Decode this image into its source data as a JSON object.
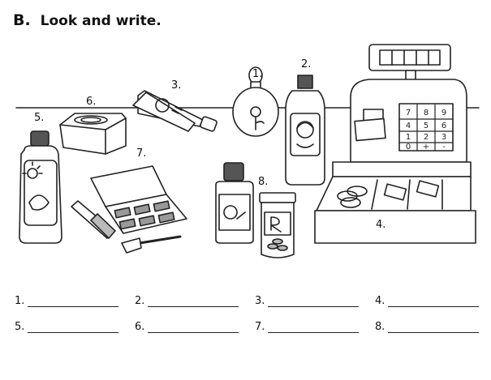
{
  "heading": {
    "letter": "B.",
    "text": "Look and write."
  },
  "item_numbers": [
    "1.",
    "2.",
    "3.",
    "4.",
    "5.",
    "6.",
    "7.",
    "8."
  ],
  "register_keys": [
    "7",
    "8",
    "9",
    "4",
    "5",
    "6",
    "1",
    "2",
    "3",
    "0",
    "+",
    "-"
  ],
  "answers": [
    {
      "label": "1."
    },
    {
      "label": "2."
    },
    {
      "label": "3."
    },
    {
      "label": "4."
    },
    {
      "label": "5."
    },
    {
      "label": "6."
    },
    {
      "label": "7."
    },
    {
      "label": "8."
    }
  ],
  "icons": [
    "perfume-bottle-icon",
    "shampoo-bottle-icon",
    "toothpaste-tube-icon",
    "cash-register-icon",
    "sunscreen-bottle-icon",
    "soap-bar-icon",
    "makeup-palette-icon",
    "medicine-bottle-icon"
  ]
}
